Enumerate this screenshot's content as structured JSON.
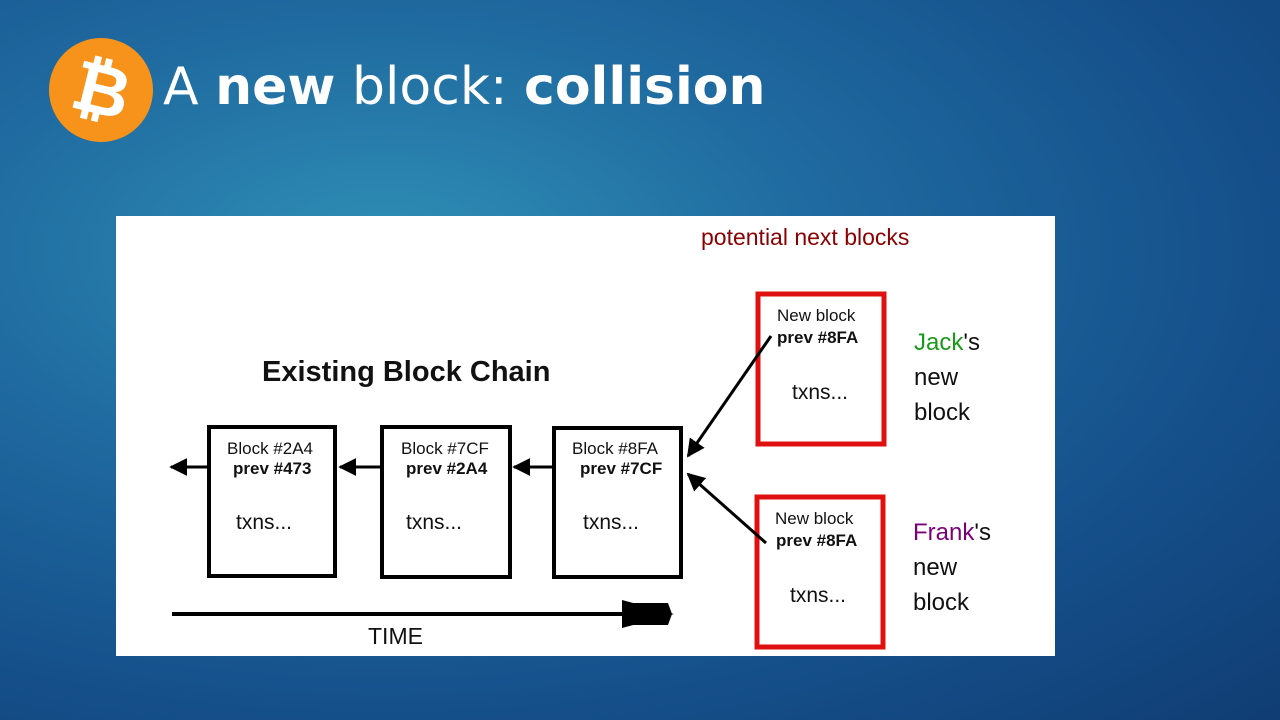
{
  "slide": {
    "logo_symbol": "₿",
    "logo_icon": "bitcoin-logo-icon",
    "title": {
      "part1": "A ",
      "part2": "new",
      "part3": " block: ",
      "part4": "collision"
    }
  },
  "diagram": {
    "header": "potential next blocks",
    "chain_title": "Existing Block Chain",
    "chain_blocks": [
      {
        "name": "Block #2A4",
        "prev": "prev #473",
        "txns": "txns..."
      },
      {
        "name": "Block #7CF",
        "prev": "prev #2A4",
        "txns": "txns..."
      },
      {
        "name": "Block #8FA",
        "prev": "prev #7CF",
        "txns": "txns..."
      }
    ],
    "candidate_blocks": [
      {
        "name": "New block",
        "prev": "prev #8FA",
        "txns": "txns...",
        "owner": "Jack",
        "owner_suffix": "'s",
        "line2": "new",
        "line3": "block"
      },
      {
        "name": "New block",
        "prev": "prev #8FA",
        "txns": "txns...",
        "owner": "Frank",
        "owner_suffix": "'s",
        "line2": "new",
        "line3": "block"
      }
    ],
    "time_label": "TIME",
    "colors": {
      "header": "#8b0000",
      "candidate_border": "#e01010",
      "jack": "#1a9a1a",
      "frank": "#7a007a"
    }
  }
}
